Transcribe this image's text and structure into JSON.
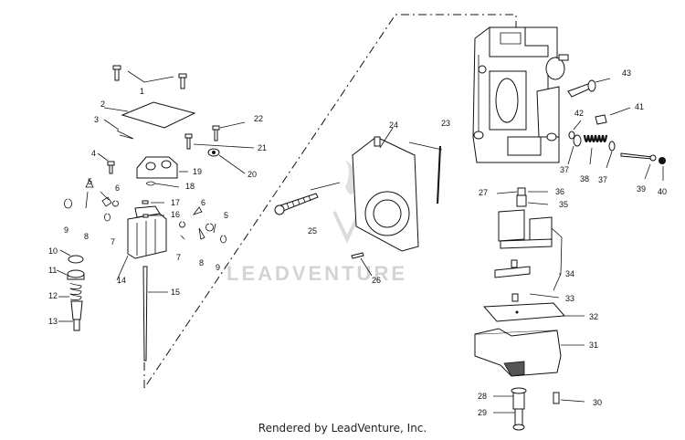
{
  "watermark": "LEADVENTURE",
  "footer": "Rendered by LeadVenture, Inc.",
  "callouts": [
    {
      "id": "c1",
      "label": "1"
    },
    {
      "id": "c2",
      "label": "2"
    },
    {
      "id": "c3",
      "label": "3"
    },
    {
      "id": "c4",
      "label": "4"
    },
    {
      "id": "c5a",
      "label": "5"
    },
    {
      "id": "c5b",
      "label": "5"
    },
    {
      "id": "c6a",
      "label": "6"
    },
    {
      "id": "c6b",
      "label": "6"
    },
    {
      "id": "c7a",
      "label": "7"
    },
    {
      "id": "c7b",
      "label": "7"
    },
    {
      "id": "c8a",
      "label": "8"
    },
    {
      "id": "c8b",
      "label": "8"
    },
    {
      "id": "c9a",
      "label": "9"
    },
    {
      "id": "c9b",
      "label": "9"
    },
    {
      "id": "c10",
      "label": "10"
    },
    {
      "id": "c11",
      "label": "11"
    },
    {
      "id": "c12",
      "label": "12"
    },
    {
      "id": "c13",
      "label": "13"
    },
    {
      "id": "c14",
      "label": "14"
    },
    {
      "id": "c15",
      "label": "15"
    },
    {
      "id": "c16",
      "label": "16"
    },
    {
      "id": "c17",
      "label": "17"
    },
    {
      "id": "c18",
      "label": "18"
    },
    {
      "id": "c19",
      "label": "19"
    },
    {
      "id": "c20",
      "label": "20"
    },
    {
      "id": "c21",
      "label": "21"
    },
    {
      "id": "c22",
      "label": "22"
    },
    {
      "id": "c23",
      "label": "23"
    },
    {
      "id": "c24",
      "label": "24"
    },
    {
      "id": "c25",
      "label": "25"
    },
    {
      "id": "c26",
      "label": "26"
    },
    {
      "id": "c27",
      "label": "27"
    },
    {
      "id": "c28",
      "label": "28"
    },
    {
      "id": "c29",
      "label": "29"
    },
    {
      "id": "c30",
      "label": "30"
    },
    {
      "id": "c31",
      "label": "31"
    },
    {
      "id": "c32",
      "label": "32"
    },
    {
      "id": "c33",
      "label": "33"
    },
    {
      "id": "c34",
      "label": "34"
    },
    {
      "id": "c35",
      "label": "35"
    },
    {
      "id": "c36",
      "label": "36"
    },
    {
      "id": "c37a",
      "label": "37"
    },
    {
      "id": "c37b",
      "label": "37"
    },
    {
      "id": "c38",
      "label": "38"
    },
    {
      "id": "c39",
      "label": "39"
    },
    {
      "id": "c40",
      "label": "40"
    },
    {
      "id": "c41",
      "label": "41"
    },
    {
      "id": "c42",
      "label": "42"
    },
    {
      "id": "c43",
      "label": "43"
    }
  ]
}
